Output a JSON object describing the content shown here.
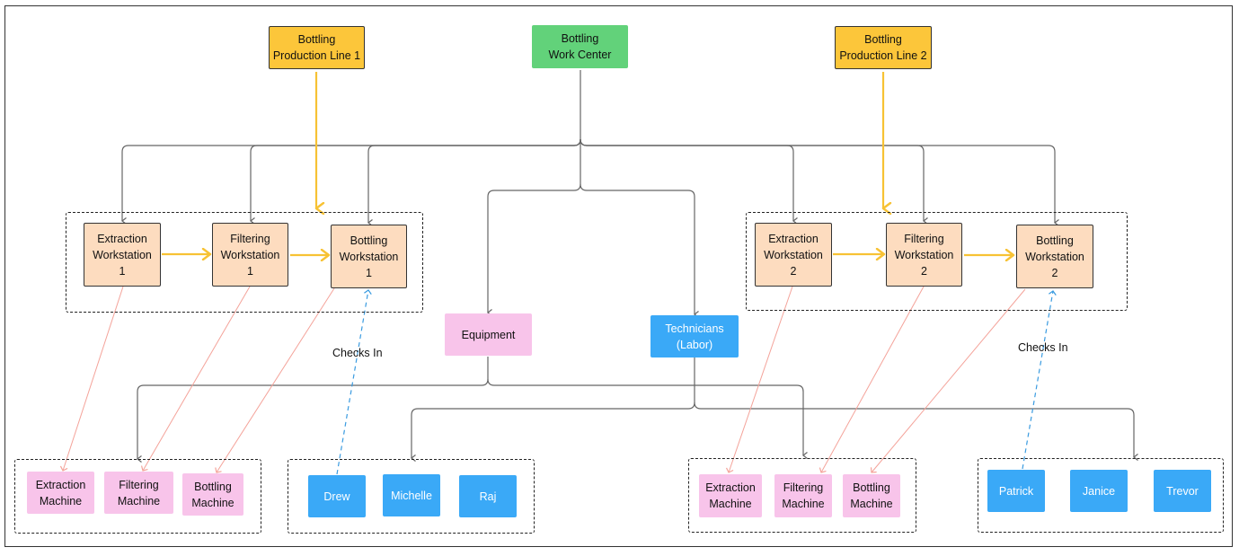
{
  "nodes": {
    "work_center": "Bottling\nWork Center",
    "line1": "Bottling\nProduction Line 1",
    "line2": "Bottling\nProduction Line 2",
    "ws_extract1": "Extraction\nWorkstation\n1",
    "ws_filter1": "Filtering\nWorkstation\n1",
    "ws_bottle1": "Bottling\nWorkstation\n1",
    "ws_extract2": "Extraction\nWorkstation\n2",
    "ws_filter2": "Filtering\nWorkstation\n2",
    "ws_bottle2": "Bottling\nWorkstation\n2",
    "equipment": "Equipment",
    "technicians": "Technicians\n(Labor)",
    "m_extract1": "Extraction\nMachine",
    "m_filter1": "Filtering\nMachine",
    "m_bottle1": "Bottling\nMachine",
    "m_extract2": "Extraction\nMachine",
    "m_filter2": "Filtering\nMachine",
    "m_bottle2": "Bottling\nMachine",
    "tech_drew": "Drew",
    "tech_michelle": "Michelle",
    "tech_raj": "Raj",
    "tech_patrick": "Patrick",
    "tech_janice": "Janice",
    "tech_trevor": "Trevor"
  },
  "edge_labels": {
    "checks_in_1": "Checks In",
    "checks_in_2": "Checks In"
  },
  "colors": {
    "production_line": "#fcc63a",
    "work_center": "#62d27a",
    "workstation": "#fddcbf",
    "equipment": "#f8c4ea",
    "labor": "#3aa9f7",
    "hierarchy_line": "#666666",
    "flow_arrow": "#f7c234",
    "machine_link": "#f4a39a",
    "check_in_link": "#3a9be0"
  }
}
